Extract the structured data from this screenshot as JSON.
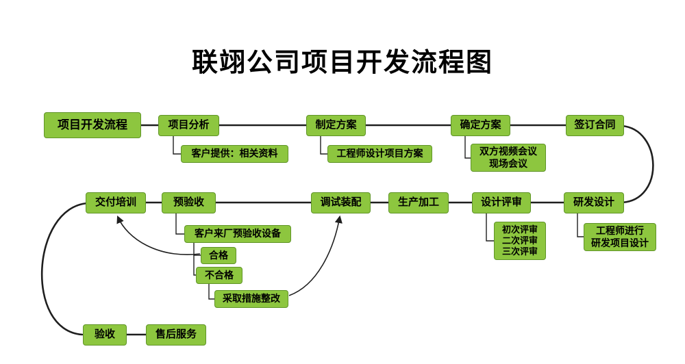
{
  "title": "联翊公司项目开发流程图",
  "colors": {
    "box_fill": "#8dc63f",
    "box_border": "#5f9427",
    "line": "#1f1f1f",
    "title": "#000000",
    "background": "#ffffff"
  },
  "nodes": {
    "start": "项目开发流程",
    "analysis": "项目分析",
    "plan": "制定方案",
    "confirm": "确定方案",
    "contract": "签订合同",
    "customer_materials": "客户提供：相关资料",
    "engineer_plan": "工程师设计项目方案",
    "meetings": {
      "line1": "双方视频会议",
      "line2": "现场会议"
    },
    "training": "交付培训",
    "pre_acceptance": "预验收",
    "debug": "调试装配",
    "production": "生产加工",
    "design_review": "设计评审",
    "rd_design": "研发设计",
    "customer_factory": "客户来厂预验收设备",
    "qualified": "合格",
    "unqualified": "不合格",
    "corrective": "采取措施整改",
    "reviews": {
      "line1": "初次评审",
      "line2": "二次评审",
      "line3": "三次评审"
    },
    "engineer_rd": {
      "line1": "工程师进行",
      "line2": "研发项目设计"
    },
    "acceptance": "验收",
    "after_sales": "售后服务"
  }
}
